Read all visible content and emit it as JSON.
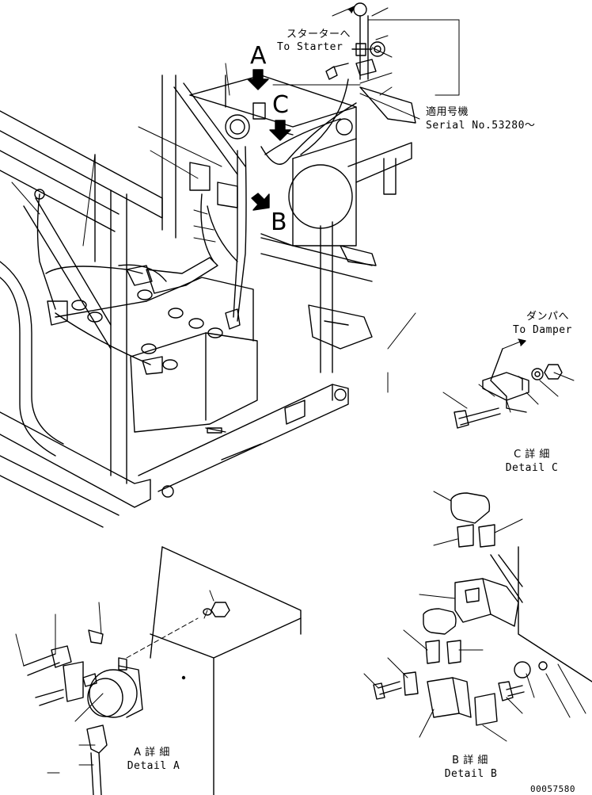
{
  "callouts": {
    "to_starter_jp": "スターターへ",
    "to_starter_en": "To Starter",
    "serial_jp": "適用号機",
    "serial_en": "Serial No.53280〜",
    "to_damper_jp": "ダンパへ",
    "to_damper_en": "To Damper"
  },
  "view_letters": {
    "a": "A",
    "b": "B",
    "c": "C"
  },
  "details": {
    "a_jp": "A 詳 細",
    "a_en": "Detail A",
    "b_jp": "B 詳 細",
    "b_en": "Detail B",
    "c_jp": "C 詳 細",
    "c_en": "Detail C"
  },
  "drawing_number": "00057580",
  "colors": {
    "ink": "#000000",
    "paper": "#ffffff"
  }
}
